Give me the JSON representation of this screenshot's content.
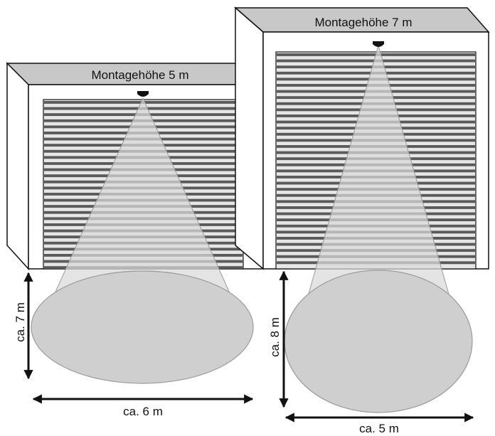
{
  "left_unit": {
    "title": "Montagehöhe 5 m",
    "depth_label": "ca. 7 m",
    "width_label": "ca. 6 m"
  },
  "right_unit": {
    "title": "Montagehöhe 7 m",
    "depth_label": "ca. 8 m",
    "width_label": "ca. 5 m"
  },
  "colors": {
    "outline": "#111111",
    "header_fill": "#c8c8c8",
    "shutter_dark": "#5a5a5a",
    "shutter_light": "#e6e6e6",
    "cone_fill": "#d9d9d9",
    "ellipse_fill": "#cfcfcf",
    "sensor": "#111111"
  },
  "icons": {
    "sensor": "motion-sensor-icon",
    "arrow": "double-headed-arrow"
  }
}
